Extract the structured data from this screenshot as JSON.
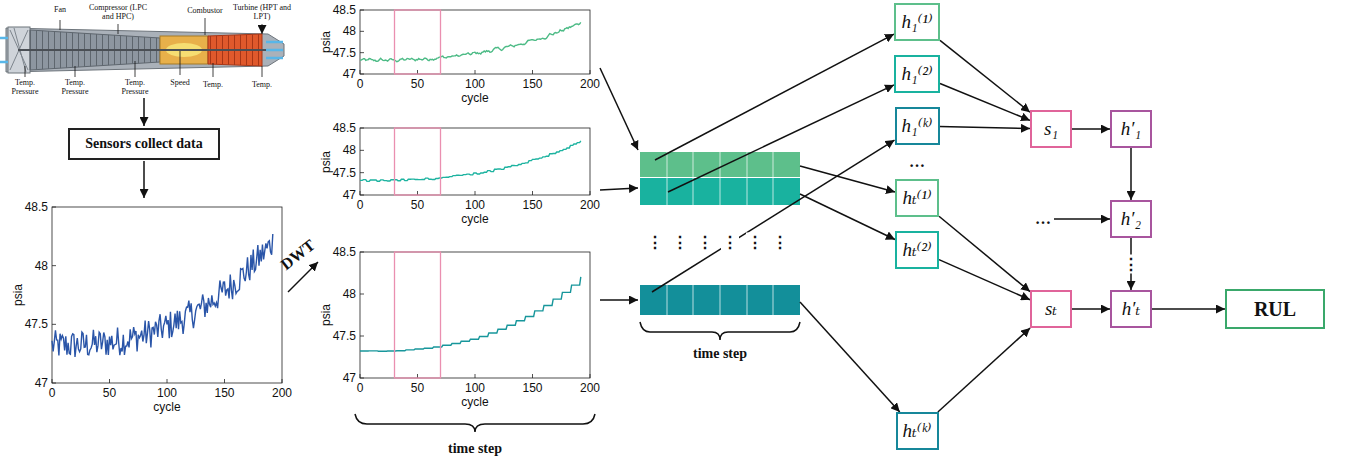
{
  "diagram": {
    "nodes": [
      {
        "text": [
          "Sensors collect data"
        ]
      },
      {
        "text": [
          "h₁⁽¹⁾"
        ]
      },
      {
        "text": [
          "h₁⁽²⁾"
        ]
      },
      {
        "text": [
          "h₁⁽ᵏ⁾"
        ]
      },
      {
        "text": [
          "hₜ⁽¹⁾"
        ]
      },
      {
        "text": [
          "hₜ⁽²⁾"
        ]
      },
      {
        "text": [
          "hₜ⁽ᵏ⁾"
        ]
      },
      {
        "text": [
          "s₁"
        ]
      },
      {
        "text": [
          "sₜ"
        ]
      },
      {
        "text": [
          "h′₁"
        ]
      },
      {
        "text": [
          "h′₂"
        ]
      },
      {
        "text": [
          "h′ₜ"
        ]
      },
      {
        "text": [
          "RUL"
        ]
      }
    ],
    "edges": [
      {
        "from": 1,
        "to": 7,
        "arrow": "to"
      },
      {
        "from": 2,
        "to": 7,
        "arrow": "to"
      },
      {
        "from": 3,
        "to": 7,
        "arrow": "to"
      },
      {
        "from": 4,
        "to": 8,
        "arrow": "to"
      },
      {
        "from": 5,
        "to": 8,
        "arrow": "to"
      },
      {
        "from": 6,
        "to": 8,
        "arrow": "to"
      },
      {
        "from": 7,
        "to": 9,
        "arrow": "to"
      },
      {
        "from": 9,
        "to": 10,
        "arrow": "to"
      },
      {
        "from": 10,
        "to": 11,
        "arrow": "to"
      },
      {
        "from": 8,
        "to": 11,
        "arrow": "to"
      },
      {
        "from": 11,
        "to": 12,
        "arrow": "to"
      }
    ],
    "labels": [
      "Fan",
      "Compressor (LPC and HPC)",
      "Combustor",
      "Turbine (HPT and LPT)",
      "Temp. Pressure",
      "Temp. Pressure",
      "Temp. Pressure",
      "Speed",
      "Temp.",
      "Temp.",
      "DWT",
      "time step",
      "time step",
      "⋮",
      "⋮",
      "⋮",
      "⋮",
      "⋮",
      "⋮",
      "…",
      "…",
      "⋮",
      "47",
      "47.5",
      "48",
      "48.5",
      "0",
      "50",
      "100",
      "150",
      "200",
      "cycle",
      "psia",
      "47",
      "47.5",
      "48",
      "48.5",
      "0",
      "50",
      "100",
      "150",
      "200",
      "cycle",
      "psia",
      "47",
      "47.5",
      "48",
      "48.5",
      "0",
      "50",
      "100",
      "150",
      "200",
      "cycle",
      "psia",
      "47",
      "47.5",
      "48",
      "48.5",
      "0",
      "50",
      "100",
      "150",
      "200",
      "cycle",
      "psia"
    ]
  }
}
